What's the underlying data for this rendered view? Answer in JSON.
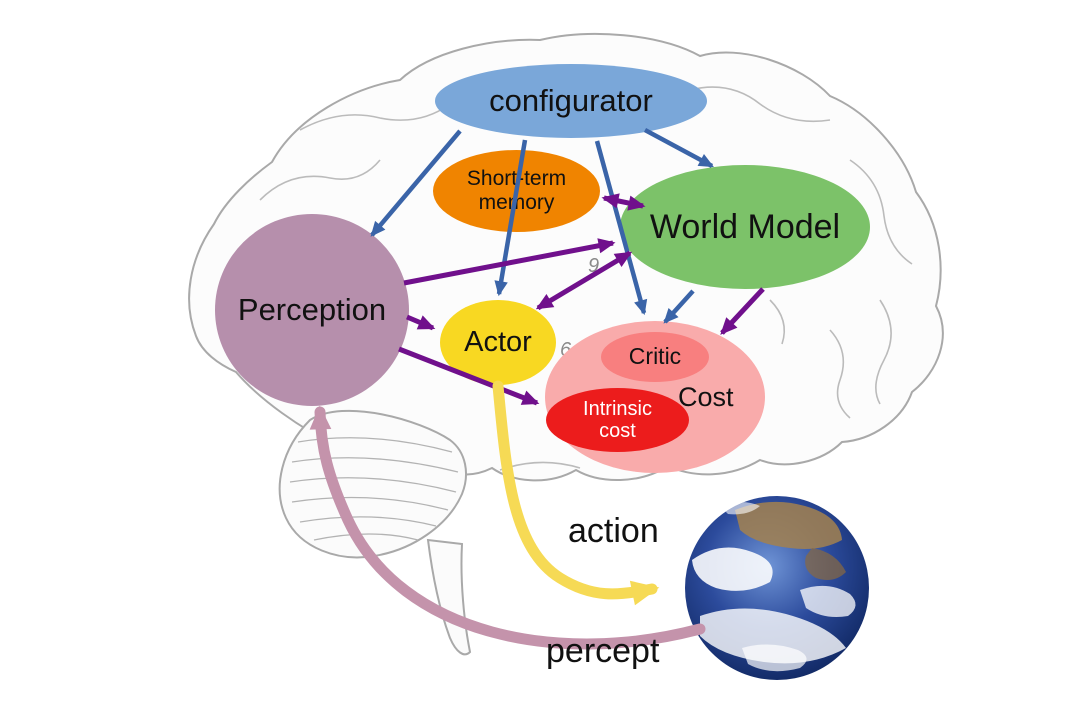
{
  "nodes": {
    "configurator": {
      "label": "configurator",
      "color": "#7aa7d9"
    },
    "short_term_memory": {
      "label": "Short-term memory",
      "color": "#f08400"
    },
    "world_model": {
      "label": "World Model",
      "color": "#7cc269"
    },
    "perception": {
      "label": "Perception",
      "color": "#b68fac"
    },
    "actor": {
      "label": "Actor",
      "color": "#f8d822"
    },
    "cost": {
      "label": "Cost",
      "color": "#f9abab"
    },
    "critic": {
      "label": "Critic",
      "color": "#f87f7f"
    },
    "intrinsic_cost": {
      "label": "Intrinsic cost",
      "color": "#ec1c1c"
    }
  },
  "flow_labels": {
    "action": "action",
    "percept": "percept"
  },
  "brain_numerals": {
    "n1": "9",
    "n2": "6"
  },
  "colors": {
    "arrow_blue": "#3a64a8",
    "arrow_purple": "#70108c",
    "arrow_action": "#f6da55",
    "arrow_percept": "#c493ab",
    "earth_blue": "#23408e"
  }
}
